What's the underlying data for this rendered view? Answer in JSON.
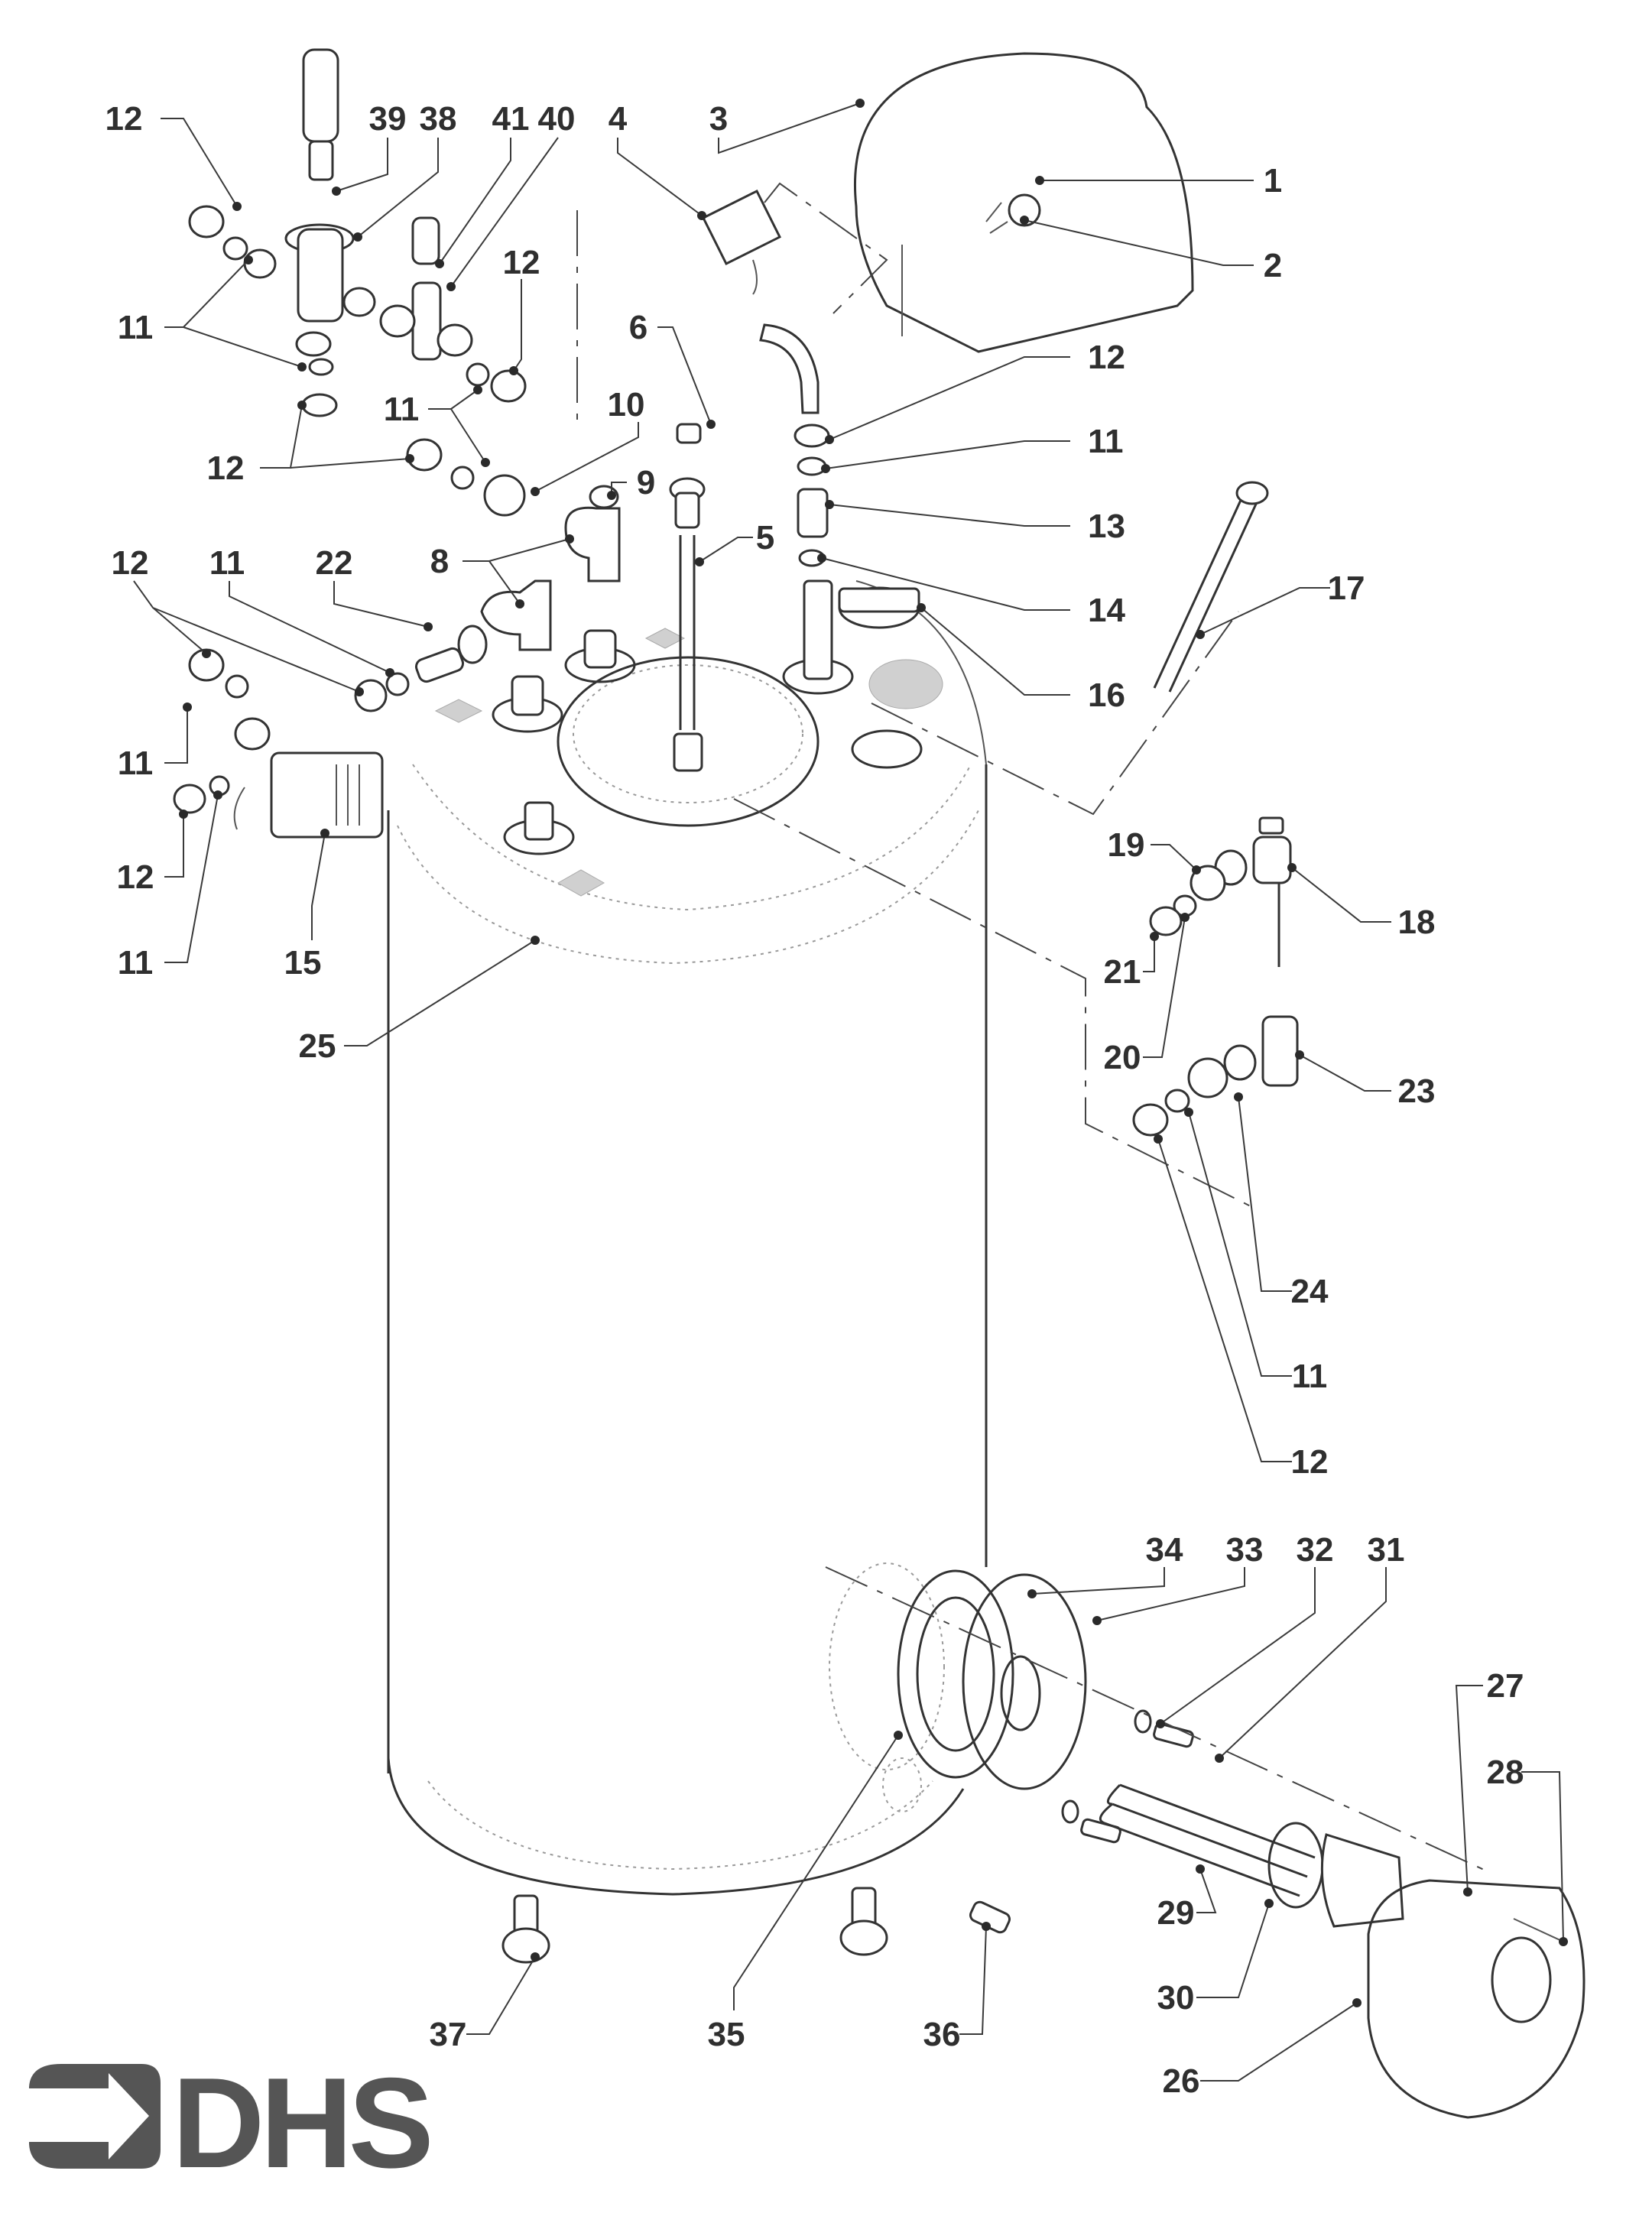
{
  "title": "Water heater exploded parts diagram",
  "brand": {
    "logo_text": "DHS",
    "logo_icon": "arrow-bracket-icon",
    "color": "#555555"
  },
  "colors": {
    "ink": "#333333",
    "label": "#2f2f2f",
    "background": "#ffffff"
  },
  "labels": [
    {
      "id": "l12a",
      "text": "12"
    },
    {
      "id": "l39",
      "text": "39"
    },
    {
      "id": "l38",
      "text": "38"
    },
    {
      "id": "l41",
      "text": "41"
    },
    {
      "id": "l40",
      "text": "40"
    },
    {
      "id": "l4",
      "text": "4"
    },
    {
      "id": "l3",
      "text": "3"
    },
    {
      "id": "l1",
      "text": "1"
    },
    {
      "id": "l2",
      "text": "2"
    },
    {
      "id": "l11a",
      "text": "11"
    },
    {
      "id": "l12b",
      "text": "12"
    },
    {
      "id": "l11b",
      "text": "11"
    },
    {
      "id": "l6",
      "text": "6"
    },
    {
      "id": "l12c",
      "text": "12"
    },
    {
      "id": "l11c",
      "text": "11"
    },
    {
      "id": "l13",
      "text": "13"
    },
    {
      "id": "l14",
      "text": "14"
    },
    {
      "id": "l16",
      "text": "16"
    },
    {
      "id": "l17",
      "text": "17"
    },
    {
      "id": "l12d",
      "text": "12"
    },
    {
      "id": "l10",
      "text": "10"
    },
    {
      "id": "l9",
      "text": "9"
    },
    {
      "id": "l5",
      "text": "5"
    },
    {
      "id": "l8",
      "text": "8"
    },
    {
      "id": "l12e",
      "text": "12"
    },
    {
      "id": "l11d",
      "text": "11"
    },
    {
      "id": "l22",
      "text": "22"
    },
    {
      "id": "l11e",
      "text": "11"
    },
    {
      "id": "l12f",
      "text": "12"
    },
    {
      "id": "l11f",
      "text": "11"
    },
    {
      "id": "l15",
      "text": "15"
    },
    {
      "id": "l25",
      "text": "25"
    },
    {
      "id": "l19",
      "text": "19"
    },
    {
      "id": "l18",
      "text": "18"
    },
    {
      "id": "l21",
      "text": "21"
    },
    {
      "id": "l20",
      "text": "20"
    },
    {
      "id": "l23",
      "text": "23"
    },
    {
      "id": "l24",
      "text": "24"
    },
    {
      "id": "l11g",
      "text": "11"
    },
    {
      "id": "l12g",
      "text": "12"
    },
    {
      "id": "l34",
      "text": "34"
    },
    {
      "id": "l33",
      "text": "33"
    },
    {
      "id": "l32",
      "text": "32"
    },
    {
      "id": "l31",
      "text": "31"
    },
    {
      "id": "l27",
      "text": "27"
    },
    {
      "id": "l28",
      "text": "28"
    },
    {
      "id": "l29",
      "text": "29"
    },
    {
      "id": "l30",
      "text": "30"
    },
    {
      "id": "l26",
      "text": "26"
    },
    {
      "id": "l37",
      "text": "37"
    },
    {
      "id": "l35",
      "text": "35"
    },
    {
      "id": "l36",
      "text": "36"
    }
  ],
  "parts": {
    "1": "thermostat-knob",
    "2": "knob-screw",
    "3": "thermostat-cover",
    "4": "thermostat",
    "5": "dip-tube",
    "6": "sensor-pocket-plug",
    "8": "elbow-fittings",
    "9": "drain-plug",
    "10": "nipple",
    "11": "olive",
    "12": "compression-nut",
    "13": "adapter",
    "14": "washer",
    "15": "motorised-valve",
    "16": "anode-cap",
    "17": "anode-rod",
    "18": "temperature-pressure-relief-valve",
    "19": "valve-nipple",
    "20": "olive",
    "21": "nut",
    "22": "connector",
    "23": "tee-fitting",
    "24": "nipple",
    "25": "cylinder",
    "26": "element-cover",
    "27": "cover-screw",
    "28": "cover-screw",
    "29": "immersion-element",
    "30": "o-ring",
    "31": "bolt",
    "32": "washer",
    "33": "flange-plate",
    "34": "gasket",
    "35": "flange-ring",
    "36": "drain-cock",
    "37": "foot",
    "38": "pressure-reducing-valve",
    "39": "valve-cartridge",
    "40": "expansion-valve-body",
    "41": "expansion-cartridge"
  }
}
